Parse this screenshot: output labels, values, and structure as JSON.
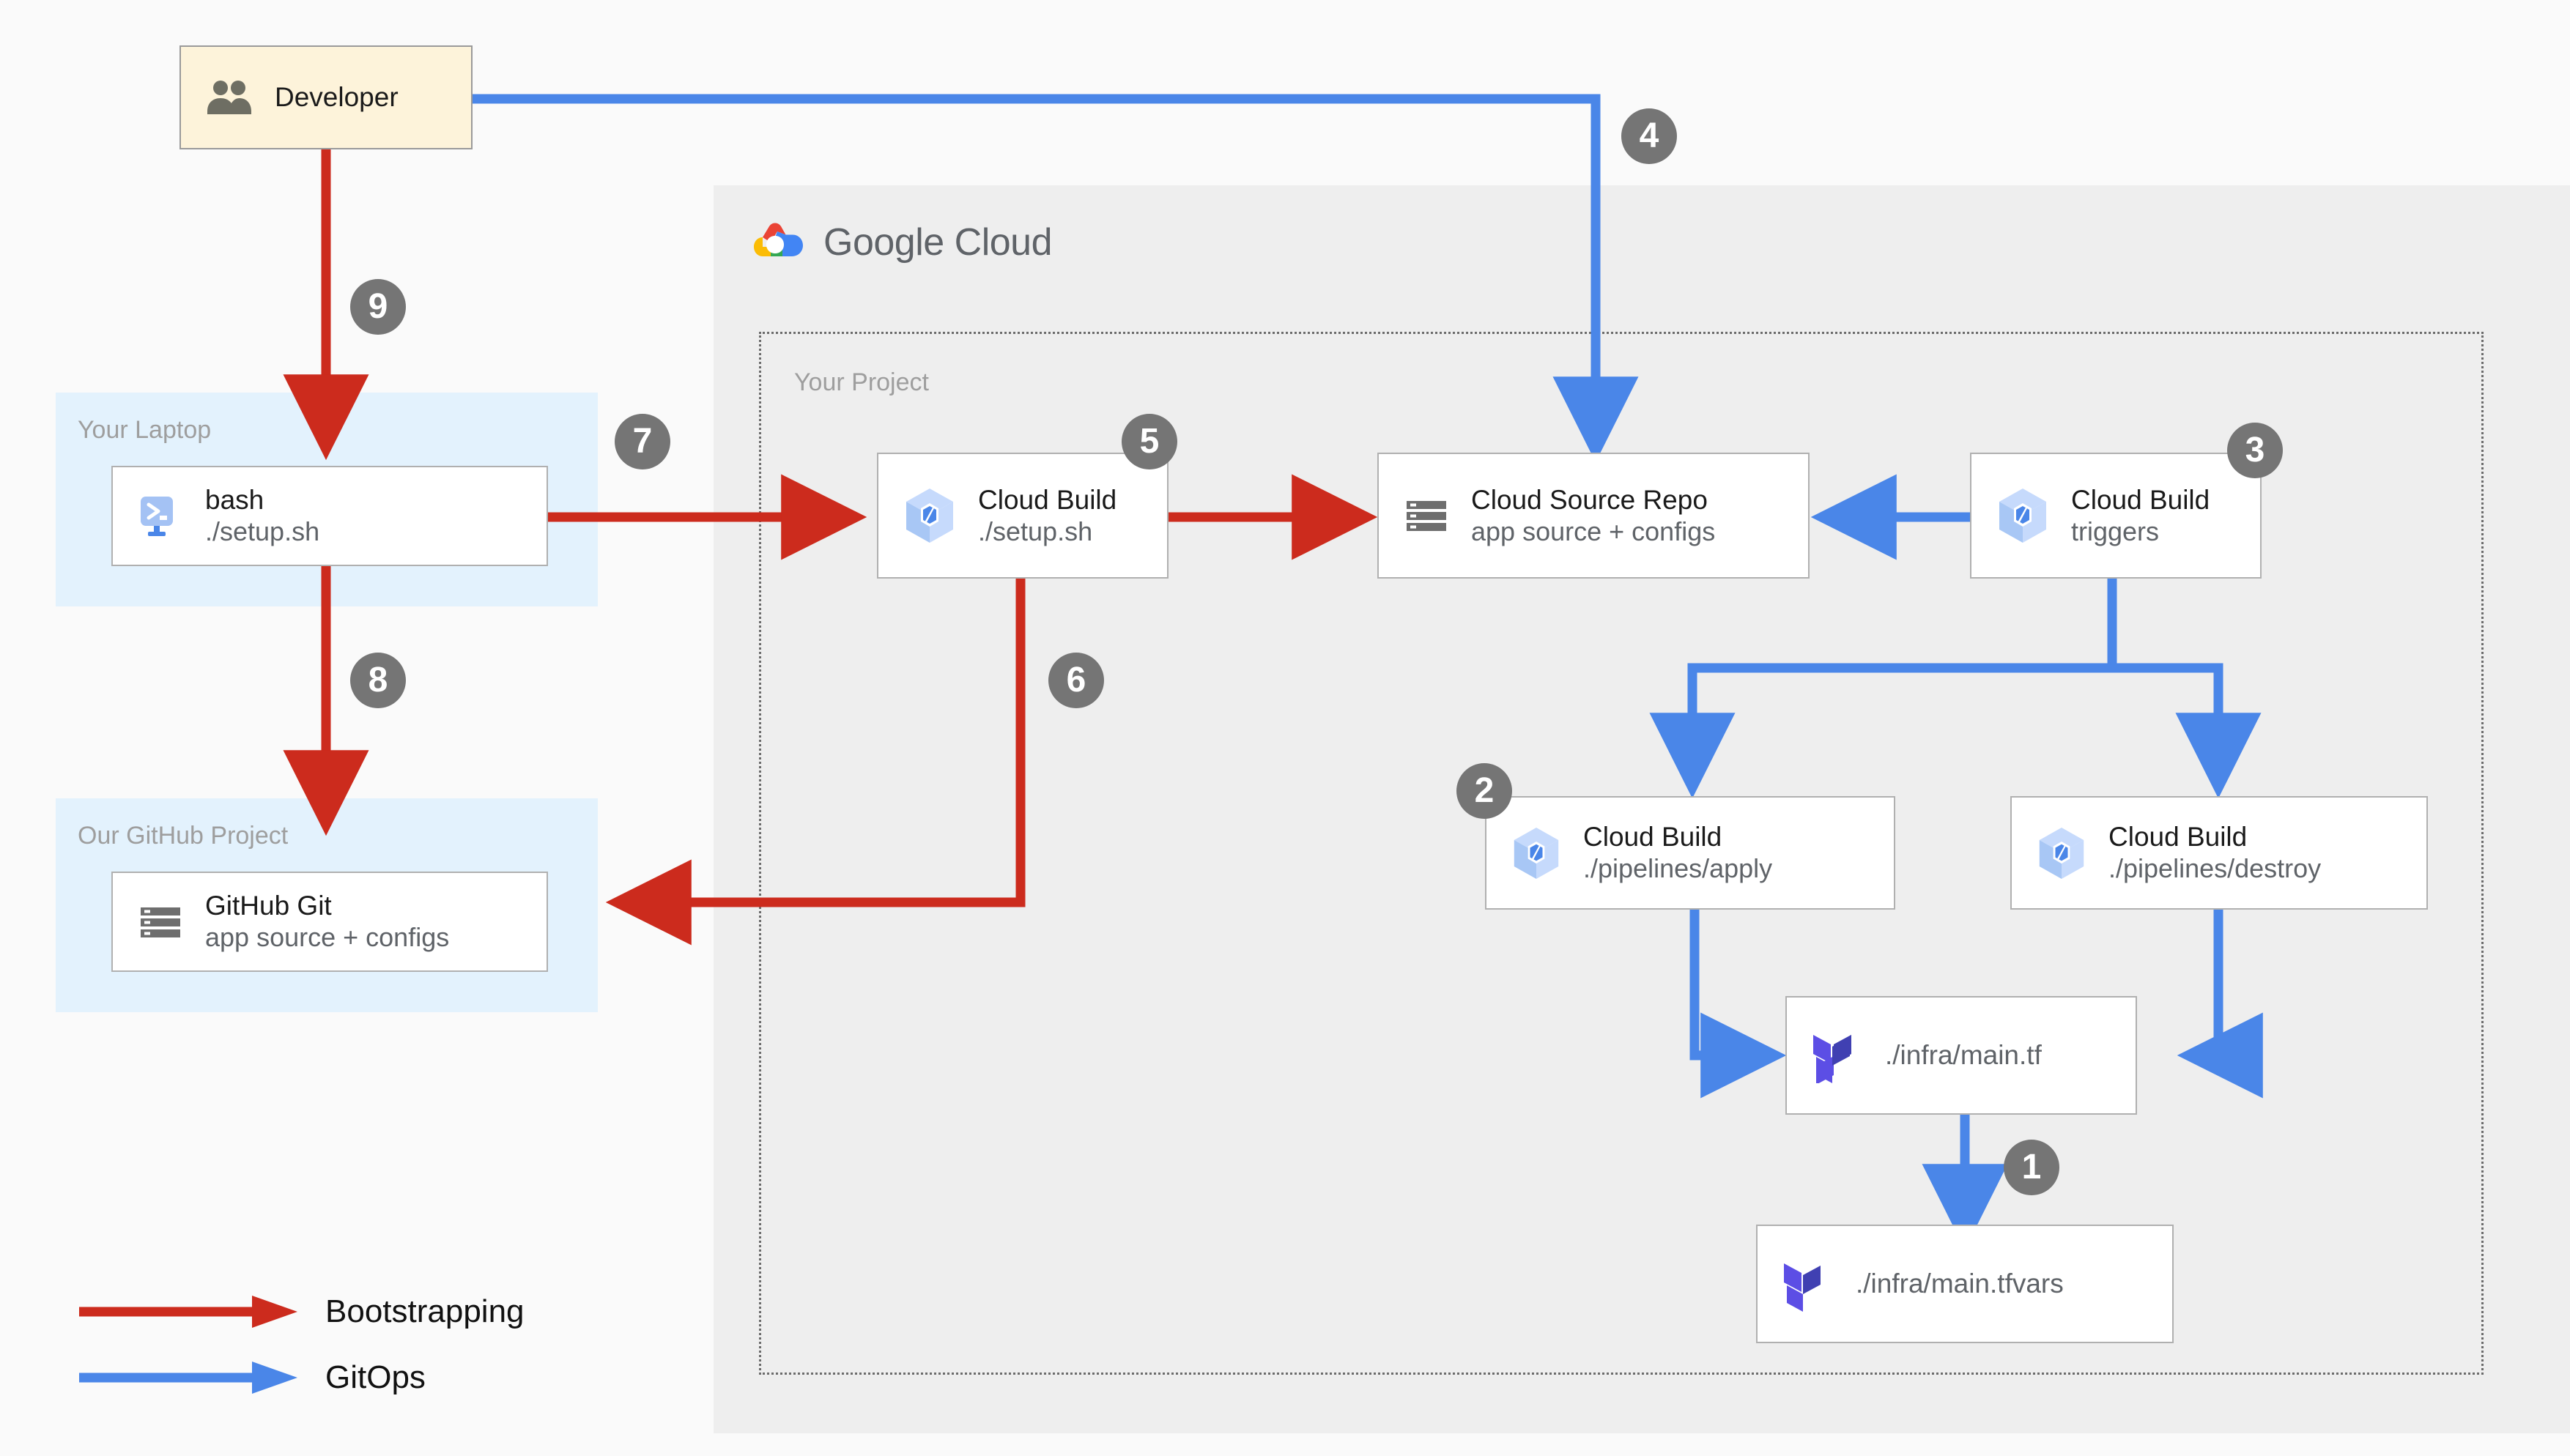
{
  "diagram": {
    "title": "GCP Bootstrapping and GitOps architecture",
    "colors": {
      "bootstrapping": "#cc2b1d",
      "gitops": "#4a86e8",
      "badge": "#757575",
      "panel": "#eeeeee",
      "group_blue": "#e3f2fd",
      "node_cream": "#fdf3da",
      "terraform_purple": "#5c4ee5"
    }
  },
  "cloud_panel": {
    "logo_text_primary": "Google",
    "logo_text_secondary": "Cloud",
    "logo_icon": "google-cloud-logo"
  },
  "groups": {
    "project": {
      "label": "Your Project"
    },
    "laptop": {
      "label": "Your Laptop"
    },
    "github": {
      "label": "Our GitHub Project"
    }
  },
  "nodes": {
    "developer": {
      "title": "Developer",
      "sub": "",
      "icon": "people-icon"
    },
    "bash": {
      "title": "bash",
      "sub": "./setup.sh",
      "icon": "cloud-shell-icon"
    },
    "github_git": {
      "title": "GitHub Git",
      "sub": "app source + configs",
      "icon": "repository-icon"
    },
    "cloud_build_setup": {
      "title": "Cloud Build",
      "sub": "./setup.sh",
      "icon": "cloud-build-icon"
    },
    "cloud_source_repo": {
      "title": "Cloud Source Repo",
      "sub": "app source + configs",
      "icon": "repository-icon"
    },
    "cloud_build_triggers": {
      "title": "Cloud Build",
      "sub": "triggers",
      "icon": "cloud-build-icon"
    },
    "cloud_build_apply": {
      "title": "Cloud Build",
      "sub": "./pipelines/apply",
      "icon": "cloud-build-icon"
    },
    "cloud_build_destroy": {
      "title": "Cloud Build",
      "sub": "./pipelines/destroy",
      "icon": "cloud-build-icon"
    },
    "main_tf": {
      "title": "./infra/main.tf",
      "sub": "",
      "icon": "terraform-icon"
    },
    "main_tfvars": {
      "title": "./infra/main.tfvars",
      "sub": "",
      "icon": "terraform-icon"
    }
  },
  "steps": [
    {
      "n": "1"
    },
    {
      "n": "2"
    },
    {
      "n": "3"
    },
    {
      "n": "4"
    },
    {
      "n": "5"
    },
    {
      "n": "6"
    },
    {
      "n": "7"
    },
    {
      "n": "8"
    },
    {
      "n": "9"
    }
  ],
  "step_labels": {
    "s1": "1",
    "s2": "2",
    "s3": "3",
    "s4": "4",
    "s5": "5",
    "s6": "6",
    "s7": "7",
    "s8": "8",
    "s9": "9"
  },
  "legend": {
    "items": [
      {
        "label": "Bootstrapping",
        "color": "#cc2b1d",
        "arrow": "red-arrow-icon"
      },
      {
        "label": "GitOps",
        "color": "#4a86e8",
        "arrow": "blue-arrow-icon"
      }
    ],
    "bootstrapping_label": "Bootstrapping",
    "gitops_label": "GitOps"
  }
}
